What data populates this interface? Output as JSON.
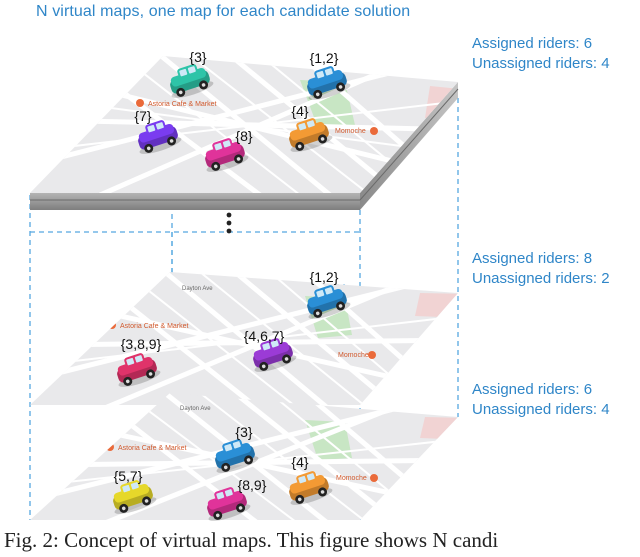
{
  "title": "N virtual maps, one map for each candidate solution",
  "map_labels": {
    "astoria": "Astoria Cafe & Market",
    "momoche": "Momoche",
    "dayton": "Dayton Ave"
  },
  "maps": [
    {
      "id": "top",
      "assigned": "Assigned riders: 6",
      "unassigned": "Unassigned riders: 4",
      "cars": [
        {
          "label": "{3}",
          "color": "#2ec4a8"
        },
        {
          "label": "{1,2}",
          "color": "#2a8fd6"
        },
        {
          "label": "{7}",
          "color": "#7a3cf0"
        },
        {
          "label": "{4}",
          "color": "#f39a34"
        },
        {
          "label": "{8}",
          "color": "#e0339a"
        }
      ]
    },
    {
      "id": "middle",
      "assigned": "Assigned riders: 8",
      "unassigned": "Unassigned riders: 2",
      "cars": [
        {
          "label": "{1,2}",
          "color": "#2a8fd6"
        },
        {
          "label": "{3,8,9}",
          "color": "#e0336a"
        },
        {
          "label": "{4,6,7}",
          "color": "#9b3bd6"
        }
      ]
    },
    {
      "id": "bottom",
      "assigned": "Assigned riders: 6",
      "unassigned": "Unassigned riders: 4",
      "cars": [
        {
          "label": "{3}",
          "color": "#2a8fd6"
        },
        {
          "label": "{5,7}",
          "color": "#e6d82a"
        },
        {
          "label": "{4}",
          "color": "#f39a34"
        },
        {
          "label": "{8,9}",
          "color": "#e0339a"
        }
      ]
    }
  ],
  "caption": "Fig. 2: Concept of virtual maps. This figure shows N candi",
  "colors": {
    "accent": "#2f86c8",
    "map_bg": "#e9e9eb",
    "road": "#ffffff",
    "park": "#c8e6c4",
    "slab_side": "#9a9a9a",
    "dashed": "#56a8e0"
  }
}
